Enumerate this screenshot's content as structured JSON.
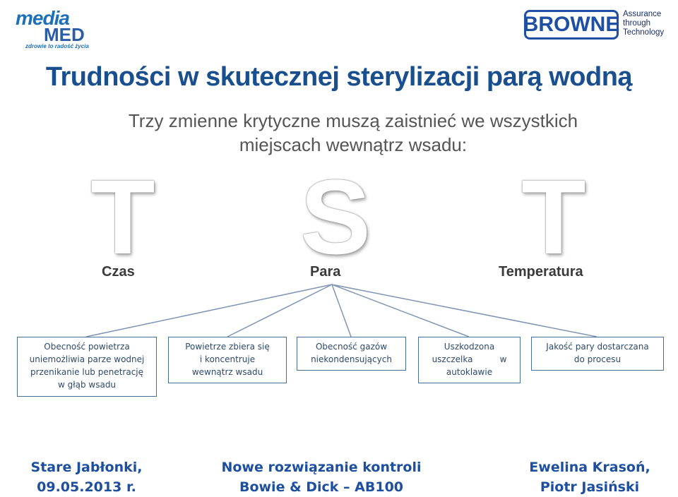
{
  "logos": {
    "media_med": {
      "word1": "media",
      "word2": "MED",
      "tagline": "zdrowie to radość życia"
    },
    "browne": {
      "name": "BROWNE",
      "tagline_lines": [
        "Assurance",
        "through",
        "Technology"
      ]
    }
  },
  "title": "Trudności w skutecznej sterylizacji parą wodną",
  "subtitle_lines": [
    "Trzy zmienne krytyczne muszą zaistnieć we wszystkich",
    "miejscach wewnątrz wsadu:"
  ],
  "big_letters": [
    "T",
    "S",
    "T"
  ],
  "categories": [
    "Czas",
    "Para",
    "Temperatura"
  ],
  "boxes": [
    {
      "lines": [
        "Obecność powietrza",
        "uniemożliwia parze wodnej",
        "przenikanie lub penetrację",
        "w głąb wsadu"
      ]
    },
    {
      "lines": [
        "Powietrze zbiera się",
        "i koncentruje",
        "wewnątrz wsadu"
      ]
    },
    {
      "lines": [
        "Obecność gazów",
        "niekondensujących"
      ]
    },
    {
      "lines": [
        "Uszkodzona",
        "uszczelka          w",
        "autoklawie"
      ]
    },
    {
      "lines": [
        "Jakość pary dostarczana",
        "do procesu"
      ]
    }
  ],
  "footer": {
    "left": [
      "Stare Jabłonki,",
      "09.05.2013 r."
    ],
    "center": [
      "Nowe rozwiązanie kontroli",
      "Bowie & Dick – AB100"
    ],
    "right": [
      "Ewelina Krasoń,",
      "Piotr Jasiński"
    ]
  },
  "colors": {
    "title": "#1a4f8f",
    "footer": "#1c4fa0",
    "box_border": "#4a6f96",
    "connector": "#7f95b3"
  }
}
